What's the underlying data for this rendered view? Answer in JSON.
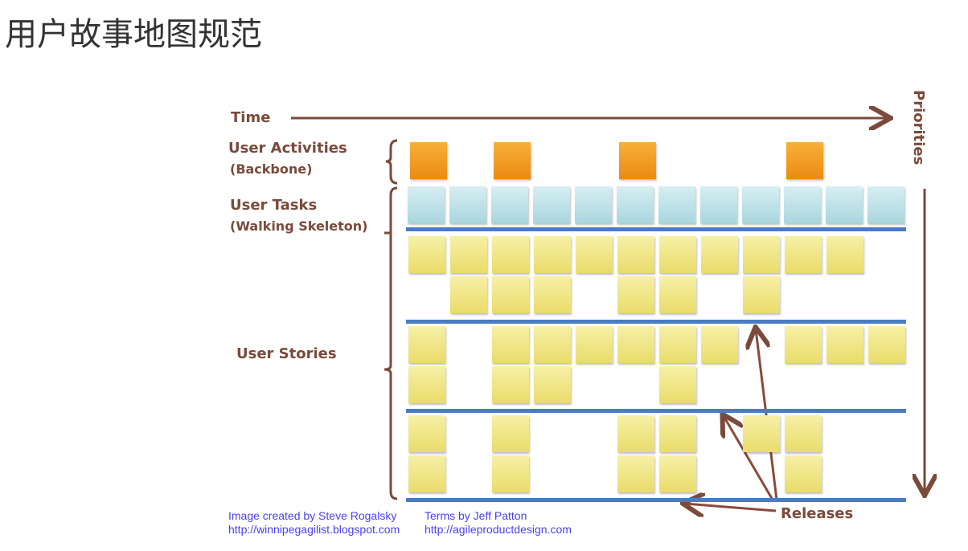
{
  "title": "用户故事地图规范",
  "labels": {
    "time": "Time",
    "activities": "User Activities",
    "activities_sub": "(Backbone)",
    "tasks": "User Tasks",
    "tasks_sub": "(Walking Skeleton)",
    "stories": "User Stories",
    "priorities": "Priorities",
    "releases": "Releases"
  },
  "credits": {
    "line1a": "Image created by Steve Rogalsky",
    "line2a": "http://winnipegagilist.blogspot.com",
    "line1b": "Terms by Jeff Patton",
    "line2b": "http://agileproductdesign.com"
  },
  "grid": {
    "columns": 12,
    "activities": [
      0,
      2,
      5,
      9
    ],
    "tasks": [
      0,
      1,
      2,
      3,
      4,
      5,
      6,
      7,
      8,
      9,
      10,
      11
    ],
    "releases": [
      {
        "rows": [
          [
            0,
            1,
            2,
            3,
            4,
            5,
            6,
            7,
            8,
            9,
            10
          ],
          [
            1,
            2,
            3,
            5,
            6,
            8
          ]
        ]
      },
      {
        "rows": [
          [
            0,
            2,
            3,
            4,
            5,
            6,
            7,
            9,
            10,
            11
          ],
          [
            0,
            2,
            3,
            6
          ]
        ]
      },
      {
        "rows": [
          [
            0,
            2,
            5,
            6,
            8,
            9
          ],
          [
            0,
            2,
            5,
            6,
            9
          ]
        ]
      }
    ]
  },
  "colors": {
    "story": "#f0e68a",
    "task": "#bfe2e8",
    "activity": "#f29a22",
    "release_line": "#4a7cc4",
    "ink": "#7a4a3a"
  }
}
